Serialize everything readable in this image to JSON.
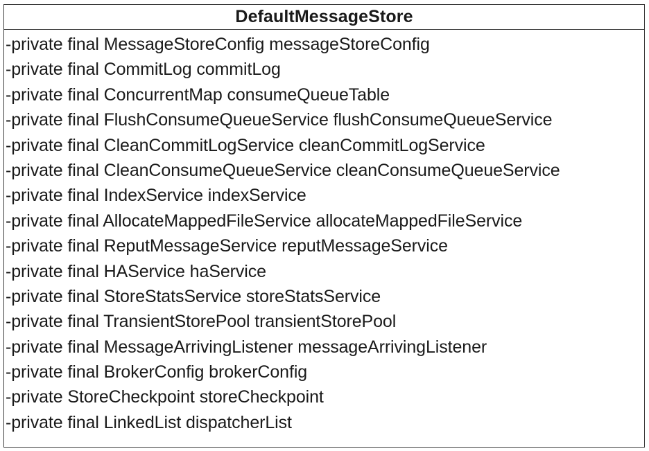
{
  "diagram": {
    "class_name": "DefaultMessageStore",
    "attributes": [
      "-private final MessageStoreConfig messageStoreConfig",
      "-private final CommitLog commitLog",
      "-private final ConcurrentMap consumeQueueTable",
      "-private final FlushConsumeQueueService flushConsumeQueueService",
      "-private final CleanCommitLogService cleanCommitLogService",
      "-private final CleanConsumeQueueService cleanConsumeQueueService",
      "-private final IndexService indexService",
      "-private final AllocateMappedFileService allocateMappedFileService",
      "-private final ReputMessageService reputMessageService",
      "-private final HAService haService",
      "-private final StoreStatsService storeStatsService",
      "-private final TransientStorePool transientStorePool",
      "-private final MessageArrivingListener messageArrivingListener",
      "-private final BrokerConfig brokerConfig",
      "-private StoreCheckpoint storeCheckpoint",
      "-private final LinkedList dispatcherList"
    ]
  }
}
